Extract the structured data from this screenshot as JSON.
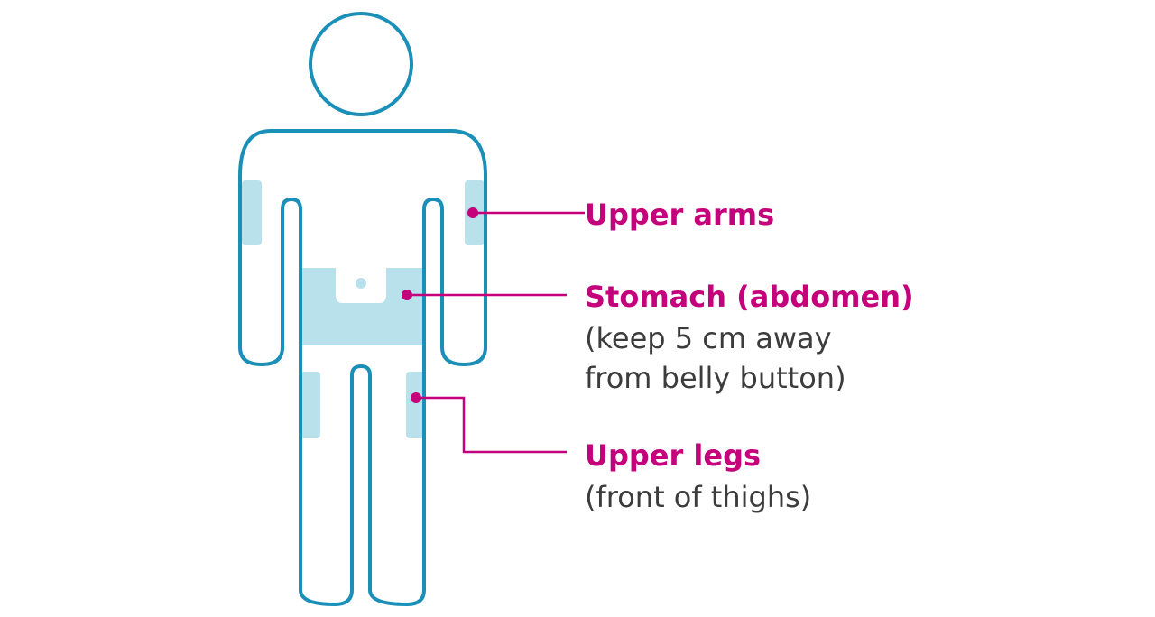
{
  "colors": {
    "outline": "#1a8fb8",
    "zone": "#b8e1ec",
    "accent": "#c4007a",
    "text": "#3c3c3c",
    "background": "#ffffff"
  },
  "figure": {
    "icon": "human-body-outline-icon"
  },
  "labels": {
    "upper_arms": {
      "title": "Upper arms"
    },
    "stomach": {
      "title": "Stomach (abdomen)",
      "desc_line1": "(keep 5 cm away",
      "desc_line2": "from belly button)"
    },
    "upper_legs": {
      "title": "Upper legs",
      "desc_line1": "(front of thighs)"
    }
  }
}
